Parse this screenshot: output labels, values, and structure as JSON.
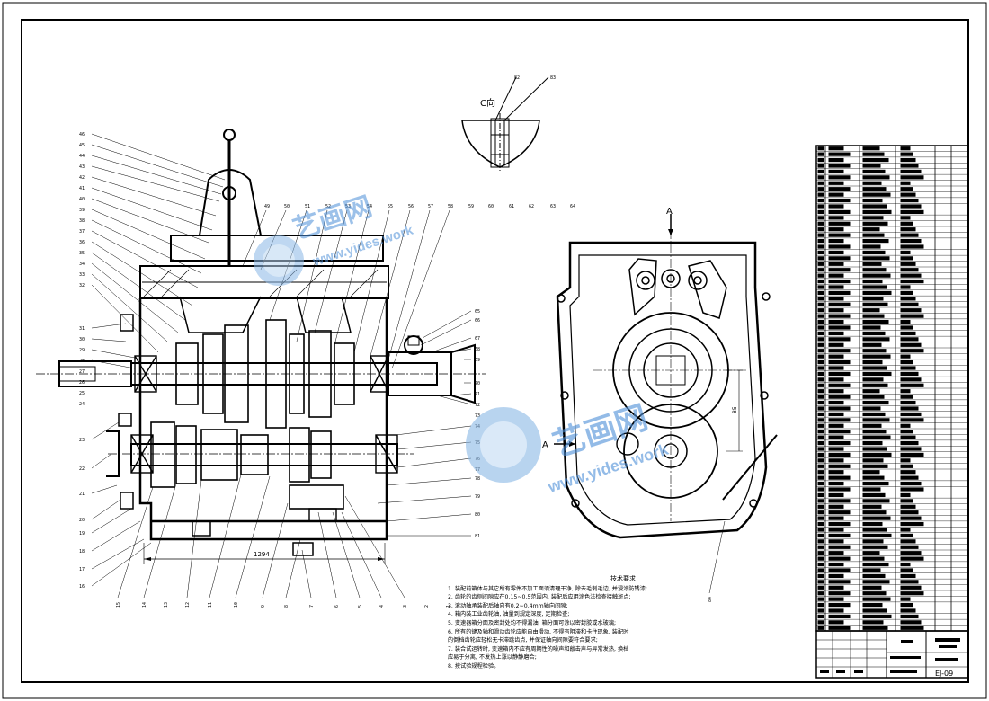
{
  "view_labels": {
    "c_view": "C向",
    "section_a_top": "A",
    "section_a_left": "A"
  },
  "dimensions": {
    "overall_length": "1294",
    "center_distance": "85"
  },
  "balloons": {
    "top": [
      "49",
      "50",
      "51",
      "52",
      "53",
      "54",
      "55",
      "56",
      "57",
      "58",
      "59",
      "60",
      "61",
      "62",
      "63",
      "64"
    ],
    "left": [
      "46",
      "45",
      "44",
      "43",
      "42",
      "41",
      "40",
      "39",
      "38",
      "37",
      "36",
      "35",
      "34",
      "33",
      "32",
      "31",
      "30",
      "29",
      "28",
      "27",
      "26",
      "25",
      "24",
      "23",
      "22",
      "21",
      "20",
      "19",
      "18",
      "17",
      "16"
    ],
    "right": [
      "65",
      "66",
      "67",
      "68",
      "69",
      "70",
      "71",
      "72",
      "73",
      "74",
      "75",
      "76",
      "77",
      "78",
      "79",
      "80",
      "81"
    ],
    "bottom": [
      "15",
      "14",
      "13",
      "12",
      "11",
      "10",
      "9",
      "8",
      "7",
      "6",
      "5",
      "4",
      "3",
      "2",
      "1"
    ],
    "c_view": [
      "82",
      "83"
    ],
    "side_view": [
      "84"
    ]
  },
  "tech_requirements": {
    "title": "技术要求",
    "items": [
      "1. 装配前箱体与其它所有零件不加工面须清理干净, 除去毛刺毛边, 并浸涂防锈漆;",
      "2. 齿轮的齿侧间隙应在0.15~0.5范围内, 装配后应用涂色法检查接触斑点;",
      "3. 滚动轴承装配后轴向有0.2~0.4mm轴向间隙;",
      "4. 箱内装工业齿轮油, 油量到规定深度, 定期检查;",
      "5. 变速器箱分面及密封处均不得漏油, 箱分面可涂以密封胶或水玻璃;",
      "6. 所有的键及轴和滑动齿轮应能自由滑动, 不得有阻滞和卡住现象, 装配时",
      "   的倒档齿轮应轻松无卡滞跳齿点, 并保证轴向间隙要符合要求;",
      "7. 装合试运转时, 变速箱内不应有周期性的噪声和敲击声与异常发热, 换档",
      "   应易于分离, 不发热上涨以静静磨合;",
      "8. 按试验规程检验。"
    ]
  },
  "title_block": {
    "drawing_no": "EJ-09"
  },
  "watermark": {
    "brand": "艺画网",
    "url": "www.yides.work"
  }
}
